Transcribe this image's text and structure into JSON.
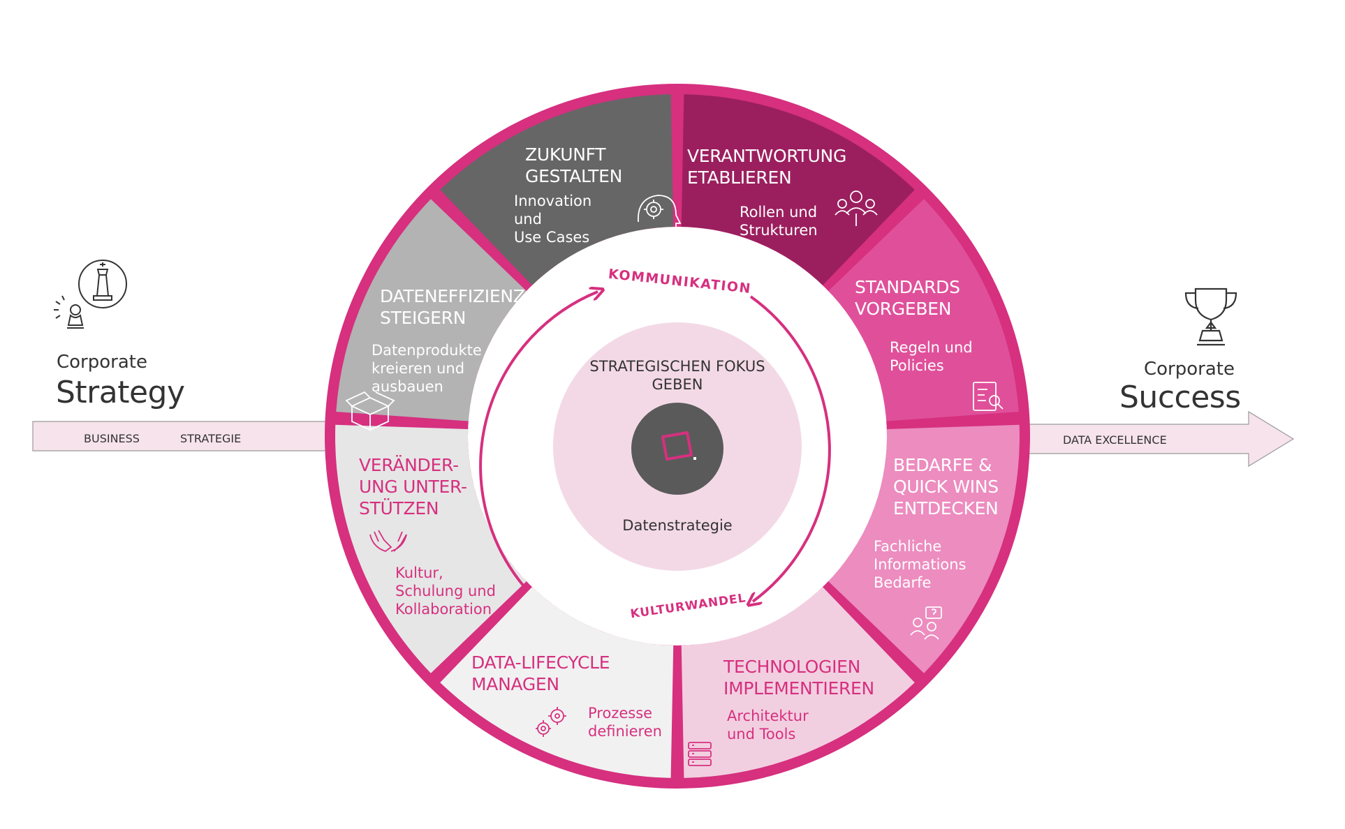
{
  "left": {
    "small": "Corporate",
    "big": "Strategy",
    "band_labels": [
      "BUSINESS",
      "STRATEGIE"
    ],
    "icon": "chess-icon"
  },
  "right": {
    "small": "Corporate",
    "big": "Success",
    "band_label": "DATA EXCELLENCE",
    "icon": "trophy-icon"
  },
  "center": {
    "heading": [
      "STRATEGISCHEN FOKUS",
      "GEBEN"
    ],
    "label": "Datenstrategie",
    "icon": "logo-icon"
  },
  "ring_labels": {
    "top": "KOMMUNIKATION",
    "bottom": "KULTURWANDEL"
  },
  "segments": [
    {
      "id": "zukunft",
      "title": [
        "ZUKUNFT",
        "GESTALTEN"
      ],
      "sub": [
        "Innovation",
        "und",
        "Use Cases"
      ],
      "icon": "brain-icon",
      "color": "#666666"
    },
    {
      "id": "verantwortung",
      "title": [
        "VERANTWORTUNG",
        "ETABLIEREN"
      ],
      "sub": [
        "Rollen und",
        "Strukturen"
      ],
      "icon": "team-icon",
      "color": "#9b1f5e"
    },
    {
      "id": "standards",
      "title": [
        "STANDARDS",
        "VORGEBEN"
      ],
      "sub": [
        "Regeln und",
        "Policies"
      ],
      "icon": "document-search-icon",
      "color": "#e0509a"
    },
    {
      "id": "bedarfe",
      "title": [
        "BEDARFE &",
        "QUICK WINS",
        "ENTDECKEN"
      ],
      "sub": [
        "Fachliche",
        "Informations",
        "Bedarfe"
      ],
      "icon": "question-people-icon",
      "color": "#ec8cbf"
    },
    {
      "id": "technologien",
      "title": [
        "TECHNOLOGIEN",
        "IMPLEMENTIEREN"
      ],
      "sub": [
        "Architektur",
        "und Tools"
      ],
      "icon": "server-icon",
      "color": "#f2cfe0"
    },
    {
      "id": "lifecycle",
      "title": [
        "DATA-LIFECYCLE",
        "MANAGEN"
      ],
      "sub": [
        "Prozesse",
        "definieren"
      ],
      "icon": "gears-icon",
      "color": "#f1f1f1"
    },
    {
      "id": "veraenderung",
      "title": [
        "VERÄNDER-",
        "UNG UNTER-",
        "STÜTZEN"
      ],
      "sub": [
        "Kultur,",
        "Schulung und",
        "Kollaboration"
      ],
      "icon": "hands-icon",
      "color": "#e6e6e6"
    },
    {
      "id": "dateneffizienz",
      "title": [
        "DATENEFFIZIENZ",
        "STEIGERN"
      ],
      "sub": [
        "Datenprodukte",
        "kreieren und",
        "ausbauen"
      ],
      "icon": "box-icon",
      "color": "#b3b3b3"
    }
  ],
  "colors": {
    "accent": "#d6307f",
    "ring": "#d6307f",
    "band": "#f6e3ec",
    "center_disc": "#f3d9e6",
    "center_core": "#5a5a5a"
  }
}
